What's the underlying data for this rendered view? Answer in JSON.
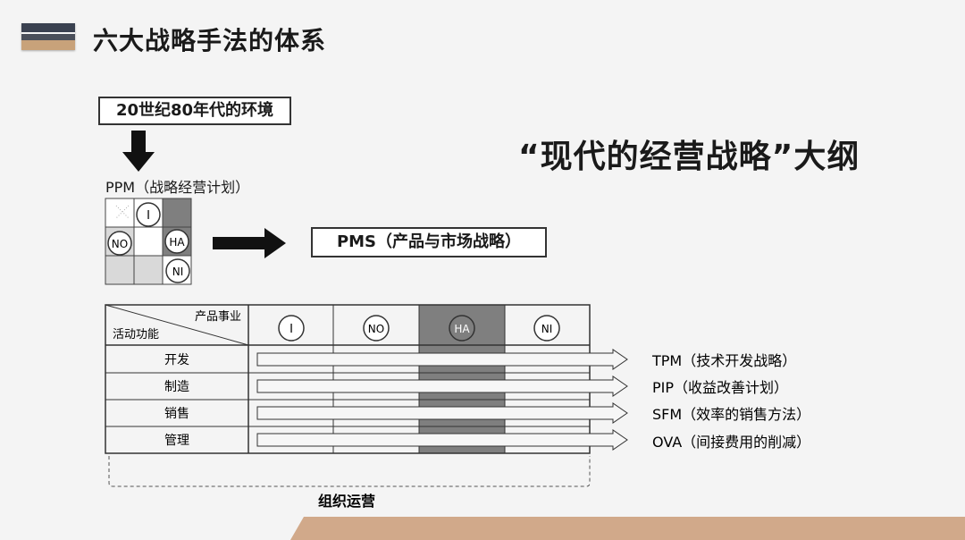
{
  "title": "六大战略手法的体系",
  "environment_label": "20世纪80年代的环境",
  "subtitle": "“现代的经营战略”大纲",
  "ppm_label": "PPM（战略经营计划）",
  "ppm_matrix": [
    "I",
    "NO",
    "HA",
    "NI"
  ],
  "pms_label": "PMS（产品与市场战略）",
  "table": {
    "header_top": "产品事业",
    "header_bottom": "活动功能",
    "columns": [
      "I",
      "NO",
      "HA",
      "NI"
    ],
    "rows": [
      "开发",
      "制造",
      "销售",
      "管理"
    ]
  },
  "outcomes": [
    "TPM（技术开发战略）",
    "PIP（收益改善计划）",
    "SFM（效率的销售方法）",
    "OVA（间接费用的削减）"
  ],
  "org_label": "组织运营",
  "colors": {
    "dark_cell": "#7f7f7f",
    "light_cell": "#d9d9d9",
    "accent_band": "#d1a98a"
  }
}
